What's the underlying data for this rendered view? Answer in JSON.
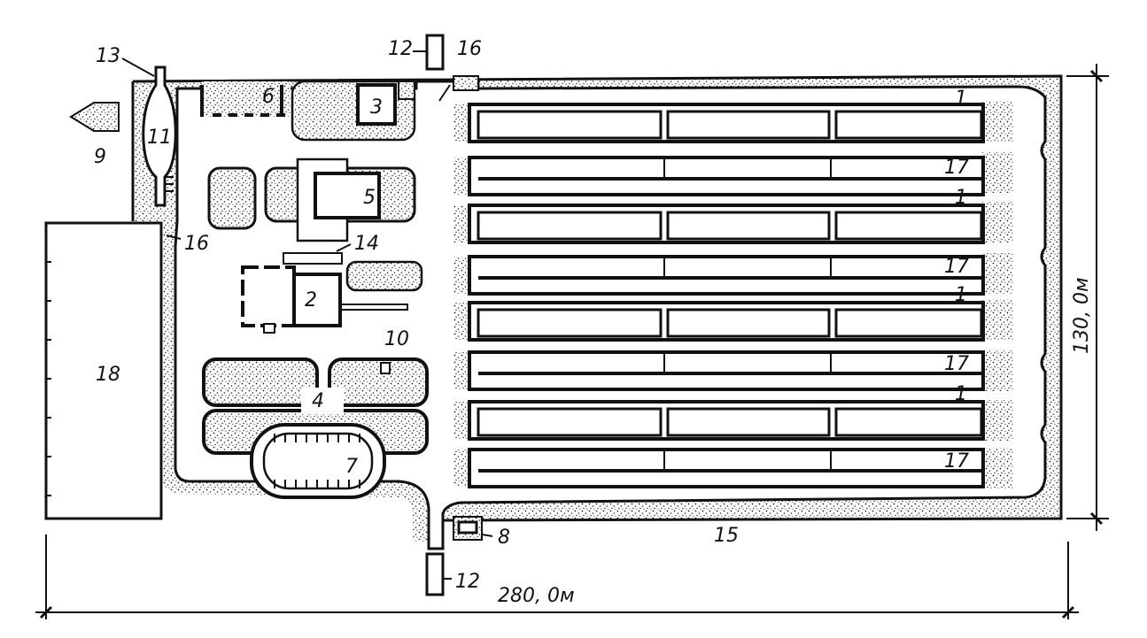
{
  "labels": {
    "l1": "1",
    "l2": "2",
    "l3": "3",
    "l4": "4",
    "l5": "5",
    "l6": "6",
    "l7": "7",
    "l8": "8",
    "l9": "9",
    "l10": "10",
    "l11": "11",
    "l12": "12",
    "l13": "13",
    "l14": "14",
    "l15": "15",
    "l16": "16",
    "l17": "17",
    "l18": "18"
  },
  "dimensions": {
    "width": "280, 0м",
    "height": "130, 0м"
  }
}
